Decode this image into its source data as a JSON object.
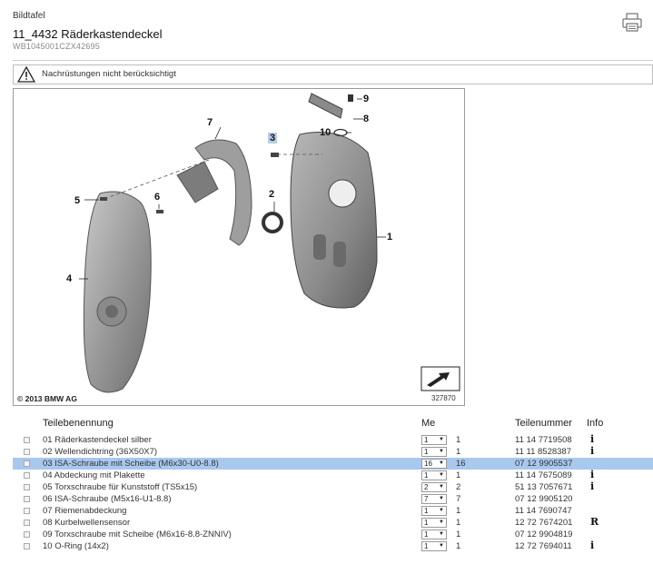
{
  "header": {
    "label": "Bildtafel",
    "title": "11_4432 Räderkastendeckel",
    "subtitle": "WB1045001CZX42695"
  },
  "notice": {
    "text": "Nachrüstungen nicht berücksichtigt"
  },
  "diagram": {
    "copyright": "© 2013 BMW AG",
    "image_number": "327870",
    "callouts": [
      "1",
      "2",
      "3",
      "4",
      "5",
      "6",
      "7",
      "8",
      "9",
      "10"
    ]
  },
  "table": {
    "headers": {
      "name": "Teilebenennung",
      "qty": "Me",
      "part": "Teilenummer",
      "info": "Info"
    },
    "rows": [
      {
        "name": "01 Räderkastendeckel silber",
        "sel": "1",
        "qty": "1",
        "part": "11 14 7719508",
        "info": "i"
      },
      {
        "name": "02 Wellendichtring (36X50X7)",
        "sel": "1",
        "qty": "1",
        "part": "11 11 8528387",
        "info": "i"
      },
      {
        "name": "03 ISA-Schraube mit Scheibe (M6x30-U0-8.8)",
        "sel": "16",
        "qty": "16",
        "part": "07 12 9905537",
        "info": "",
        "selected": true
      },
      {
        "name": "04 Abdeckung mit Plakette",
        "sel": "1",
        "qty": "1",
        "part": "11 14 7675089",
        "info": "i"
      },
      {
        "name": "05 Torxschraube für Kunststoff (TS5x15)",
        "sel": "2",
        "qty": "2",
        "part": "51 13 7057671",
        "info": "i"
      },
      {
        "name": "06 ISA-Schraube (M5x16-U1-8.8)",
        "sel": "7",
        "qty": "7",
        "part": "07 12 9905120",
        "info": ""
      },
      {
        "name": "07 Riemenabdeckung",
        "sel": "1",
        "qty": "1",
        "part": "11 14 7690747",
        "info": ""
      },
      {
        "name": "08 Kurbelwellensensor",
        "sel": "1",
        "qty": "1",
        "part": "12 72 7674201",
        "info": "R"
      },
      {
        "name": "09 Torxschraube mit Scheibe (M6x16-8.8-ZNNIV)",
        "sel": "1",
        "qty": "1",
        "part": "07 12 9904819",
        "info": ""
      },
      {
        "name": "10 O-Ring (14x2)",
        "sel": "1",
        "qty": "1",
        "part": "12 72 7694011",
        "info": "i"
      }
    ]
  }
}
